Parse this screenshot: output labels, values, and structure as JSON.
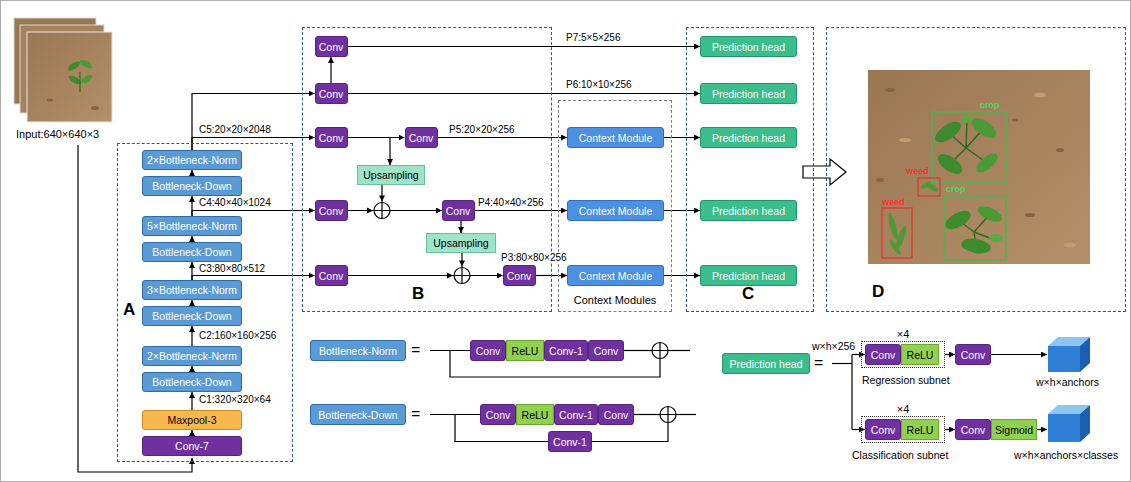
{
  "diagram": {
    "nodes": [
      {
        "text": [
          "A"
        ]
      },
      {
        "text": [
          "Conv-7"
        ],
        "in": 0
      },
      {
        "text": [
          "Maxpool-3"
        ],
        "in": 0
      },
      {
        "text": [
          "Bottleneck-Down"
        ],
        "in": 0
      },
      {
        "text": [
          "2×Bottleneck-Norm"
        ],
        "in": 0
      },
      {
        "text": [
          "Bottleneck-Down"
        ],
        "in": 0
      },
      {
        "text": [
          "3×Bottleneck-Norm"
        ],
        "in": 0
      },
      {
        "text": [
          "Bottleneck-Down"
        ],
        "in": 0
      },
      {
        "text": [
          "5×Bottleneck-Norm"
        ],
        "in": 0
      },
      {
        "text": [
          "Bottleneck-Down"
        ],
        "in": 0
      },
      {
        "text": [
          "2×Bottleneck-Norm"
        ],
        "in": 0
      },
      {
        "text": [
          "B"
        ]
      },
      {
        "text": [
          "Conv"
        ],
        "in": 11
      },
      {
        "text": [
          "Conv"
        ],
        "in": 11
      },
      {
        "text": [
          "Conv"
        ],
        "in": 11
      },
      {
        "text": [
          "Conv"
        ],
        "in": 11
      },
      {
        "text": [
          "Upsampling"
        ],
        "in": 11
      },
      {
        "text": [
          "Conv"
        ],
        "in": 11
      },
      {
        "text": [
          "Conv"
        ],
        "in": 11
      },
      {
        "text": [
          "Upsampling"
        ],
        "in": 11
      },
      {
        "text": [
          "Conv"
        ],
        "in": 11
      },
      {
        "text": [
          "Conv"
        ],
        "in": 11
      },
      {
        "text": [
          "Context Modules"
        ]
      },
      {
        "text": [
          "Context Module"
        ],
        "in": 22
      },
      {
        "text": [
          "Context Module"
        ],
        "in": 22
      },
      {
        "text": [
          "Context Module"
        ],
        "in": 22
      },
      {
        "text": [
          "C"
        ]
      },
      {
        "text": [
          "Prediction head"
        ],
        "in": 26
      },
      {
        "text": [
          "Prediction head"
        ],
        "in": 26
      },
      {
        "text": [
          "Prediction head"
        ],
        "in": 26
      },
      {
        "text": [
          "Prediction head"
        ],
        "in": 26
      },
      {
        "text": [
          "Prediction head"
        ],
        "in": 26
      },
      {
        "text": [
          "D"
        ]
      },
      {
        "text": [
          "Bottleneck-Norm"
        ]
      },
      {
        "text": [
          "Conv"
        ]
      },
      {
        "text": [
          "ReLU"
        ]
      },
      {
        "text": [
          "Conv-1"
        ]
      },
      {
        "text": [
          "Conv"
        ]
      },
      {
        "text": [
          "Bottleneck-Down"
        ]
      },
      {
        "text": [
          "Conv"
        ]
      },
      {
        "text": [
          "ReLU"
        ]
      },
      {
        "text": [
          "Conv-1"
        ]
      },
      {
        "text": [
          "Conv"
        ]
      },
      {
        "text": [
          "Conv-1"
        ]
      },
      {
        "text": [
          "Prediction head"
        ]
      },
      {
        "text": [
          "×4"
        ]
      },
      {
        "text": [
          "Conv"
        ],
        "in": 45
      },
      {
        "text": [
          "ReLU"
        ],
        "in": 45
      },
      {
        "text": [
          "Conv"
        ]
      },
      {
        "text": [
          "×4"
        ]
      },
      {
        "text": [
          "Conv"
        ],
        "in": 49
      },
      {
        "text": [
          "ReLU"
        ],
        "in": 49
      },
      {
        "text": [
          "Conv"
        ]
      },
      {
        "text": [
          "Sigmoid"
        ]
      }
    ],
    "edges": [
      {
        "from": 1,
        "to": 2,
        "arrow": "to"
      },
      {
        "from": 2,
        "to": 3,
        "label": "C1:320×320×64",
        "arrow": "to"
      },
      {
        "from": 3,
        "to": 4,
        "arrow": "to"
      },
      {
        "from": 4,
        "to": 5,
        "label": "C2:160×160×256",
        "arrow": "to"
      },
      {
        "from": 5,
        "to": 6,
        "arrow": "to"
      },
      {
        "from": 6,
        "to": 7,
        "arrow": "to"
      },
      {
        "from": 7,
        "to": 8,
        "arrow": "to"
      },
      {
        "from": 8,
        "to": 9,
        "arrow": "to"
      },
      {
        "from": 9,
        "to": 10,
        "arrow": "to"
      },
      {
        "from": 10,
        "to": 14,
        "label": "C5:20×20×2048",
        "arrow": "to"
      },
      {
        "from": 10,
        "to": 13,
        "arrow": "to"
      },
      {
        "from": 8,
        "to": 17,
        "label": "C4:40×40×1024",
        "arrow": "to"
      },
      {
        "from": 6,
        "to": 20,
        "label": "C3:80×80×512",
        "arrow": "to"
      },
      {
        "from": 13,
        "to": 12,
        "arrow": "to"
      },
      {
        "from": 12,
        "to": 27,
        "label": "P7:5×5×256",
        "arrow": "to"
      },
      {
        "from": 13,
        "to": 28,
        "label": "P6:10×10×256",
        "arrow": "to"
      },
      {
        "from": 14,
        "to": 15,
        "arrow": "to"
      },
      {
        "from": 14,
        "to": 16,
        "arrow": "to"
      },
      {
        "from": 16,
        "to": 18,
        "arrow": "to"
      },
      {
        "from": 17,
        "to": 18,
        "arrow": "to"
      },
      {
        "from": 15,
        "to": 23,
        "label": "P5:20×20×256",
        "arrow": "to"
      },
      {
        "from": 18,
        "to": 19,
        "arrow": "to"
      },
      {
        "from": 18,
        "to": 24,
        "label": "P4:40×40×256",
        "arrow": "to"
      },
      {
        "from": 19,
        "to": 21,
        "arrow": "to"
      },
      {
        "from": 20,
        "to": 21,
        "arrow": "to"
      },
      {
        "from": 21,
        "to": 25,
        "label": "P3:80×80×256",
        "arrow": "to"
      },
      {
        "from": 23,
        "to": 29,
        "arrow": "to"
      },
      {
        "from": 24,
        "to": 30,
        "arrow": "to"
      },
      {
        "from": 25,
        "to": 31,
        "arrow": "to"
      },
      {
        "from": 45,
        "to": 48,
        "arrow": "to"
      },
      {
        "from": 49,
        "to": 52,
        "arrow": "to"
      }
    ],
    "labels": [
      "Input:640×640×3",
      "=",
      "=",
      "=",
      "w×h×256",
      "Regression subnet",
      "w×h×anchors",
      "Classification subnet",
      "w×h×anchors×classes",
      "crop",
      "weed",
      "crop",
      "weed"
    ]
  }
}
